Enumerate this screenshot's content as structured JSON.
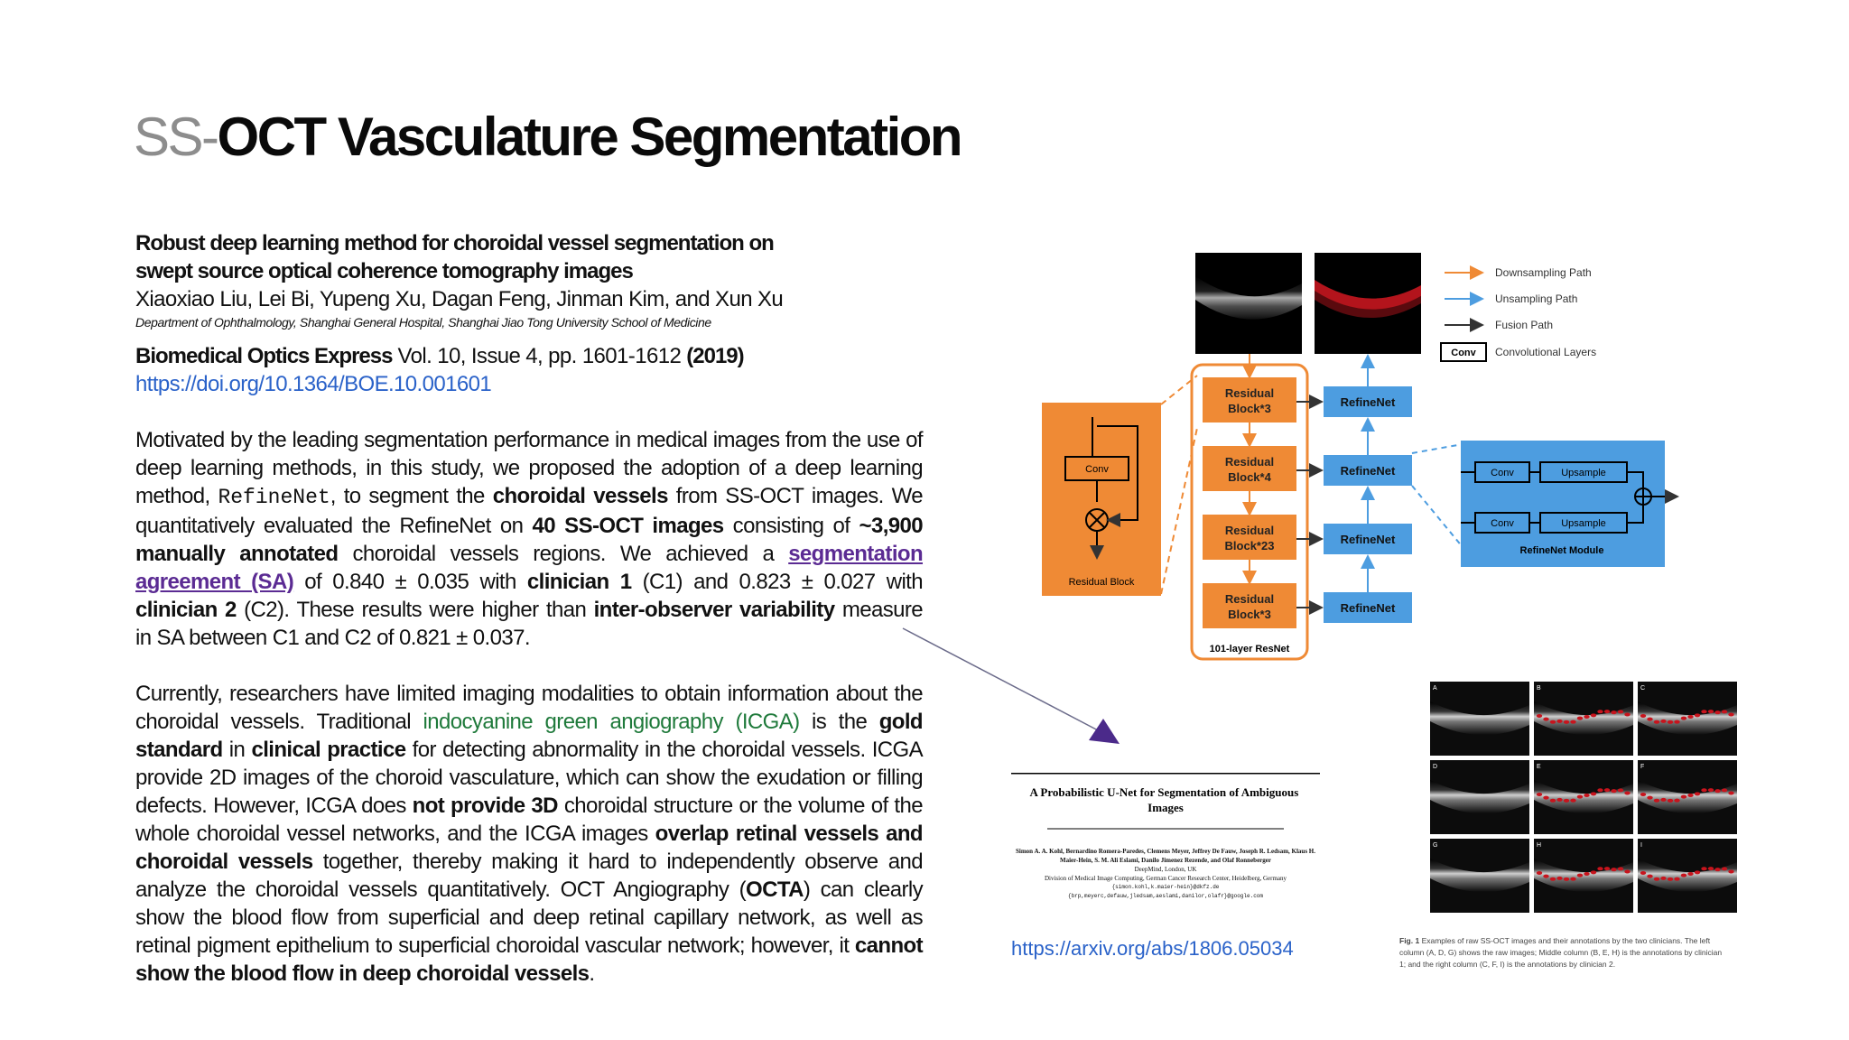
{
  "title": {
    "prefix": "SS-",
    "main": "OCT Vasculature Segmentation"
  },
  "paper": {
    "title_line1": "Robust deep learning method for choroidal vessel segmentation on",
    "title_line2": "swept source optical coherence tomography images",
    "authors": "Xiaoxiao Liu, Lei Bi, Yupeng Xu, Dagan Feng, Jinman Kim, and Xun Xu",
    "affiliation": "Department of Ophthalmology, Shanghai General Hospital, Shanghai Jiao Tong University School of Medicine",
    "journal": "Biomedical Optics Express",
    "volume": " Vol. 10, Issue 4, pp. 1601-1612 ",
    "year": "(2019)",
    "doi": "https://doi.org/10.1364/BOE.10.001601"
  },
  "para1": {
    "t1": "Motivated by the leading segmentation performance in medical images from the use of deep learning methods, in this study, we proposed the adoption of a deep learning method, ",
    "refinenet": "RefineNet",
    "t2": ", to segment the ",
    "b1": "choroidal vessels",
    "t3": " from SS-OCT images. We quantitatively evaluated the RefineNet on ",
    "b2": "40 SS-OCT images",
    "t4": " consisting of ",
    "b3": "~3,900 manually annotated",
    "t5": " choroidal vessels regions. We achieved a ",
    "link": "segmentation agreement (SA)",
    "t6": " of 0.840 ± 0.035 with ",
    "b4": "clinician 1",
    "t7": " (C1) and 0.823 ± 0.027 with ",
    "b5": "clinician 2",
    "t8": " (C2). These results were higher than ",
    "b6": "inter-observer variability",
    "t9": " measure in SA between C1 and C2 of 0.821 ± 0.037."
  },
  "para2": {
    "t1": "Currently, researchers have limited imaging modalities to obtain information about the choroidal vessels. Traditional ",
    "green": "indocyanine green angiography (ICGA)",
    "t2": " is the ",
    "b1": "gold standard",
    "t3": " in ",
    "b2": "clinical practice",
    "t4": " for detecting abnormality in the choroidal vessels. ICGA provide 2D images of the choroid vasculature, which can show the exudation or filling defects. However, ICGA does ",
    "b3": "not provide 3D",
    "t5": " choroidal structure or the volume of the whole choroidal vessel networks, and the ICGA images ",
    "b4": "overlap retinal vessels and choroidal vessels",
    "t6": " together, thereby making it hard to independently observe and analyze the choroidal vessels quantitatively. OCT Angiography (",
    "b5": "OCTA",
    "t7": ") can clearly show the blood flow from superficial and deep retinal capillary network, as well as retinal pigment epithelium to superficial choroidal vascular network; however, it ",
    "b6": "cannot show the blood flow in deep choroidal vessels",
    "t8": "."
  },
  "diagram": {
    "legend": {
      "down": "Downsampling Path",
      "up": "Unsampling Path",
      "fusion": "Fusion Path",
      "conv_box": "Conv",
      "conv_label": "Convolutional Layers"
    },
    "residual_block_label": "Residual Block",
    "conv_label": "Conv",
    "blocks": [
      "Residual Block*3",
      "Residual Block*4",
      "Residual Block*23",
      "Residual Block*3"
    ],
    "refinenet": "RefineNet",
    "resnet_label": "101-layer ResNet",
    "module": {
      "conv": "Conv",
      "upsample": "Upsample",
      "label": "RefineNet Module"
    }
  },
  "embedded_paper": {
    "title": "A Probabilistic U-Net for Segmentation of Ambiguous Images",
    "authors": "Simon A. A. Kohl, Bernardino Romera-Paredes, Clemens Meyer, Jeffrey De Fauw, Joseph R. Ledsam, Klaus H. Maier-Hein, S. M. Ali Eslami, Danilo Jimenez Rezende, and Olaf Ronneberger",
    "affil1": "DeepMind, London, UK",
    "affil2": "Division of Medical Image Computing, German Cancer Research Center, Heidelberg, Germany",
    "email1": "{simon.kohl,k.maier-hein}@dkfz.de",
    "email2": "{brp,meyerc,defauw,jledsam,aeslami,danilor,olafr}@google.com"
  },
  "arxiv": "https://arxiv.org/abs/1806.05034",
  "grid_labels": [
    "A",
    "B",
    "C",
    "D",
    "E",
    "F",
    "G",
    "H",
    "I"
  ],
  "caption": {
    "fig": "Fig. 1",
    "text": " Examples of raw SS-OCT images and their annotations by the two clinicians. The left column (A, D, G) shows the raw images; Middle column (B, E, H) is the annotations by clinician 1; and the right column (C, F, I) is the annotations by clinician 2."
  },
  "colors": {
    "orange": "#ef8a35",
    "blue": "#4d9de0",
    "purple_arrow": "#4b2a8a",
    "link_blue": "#2a62c9",
    "green": "#1f7a3b"
  }
}
